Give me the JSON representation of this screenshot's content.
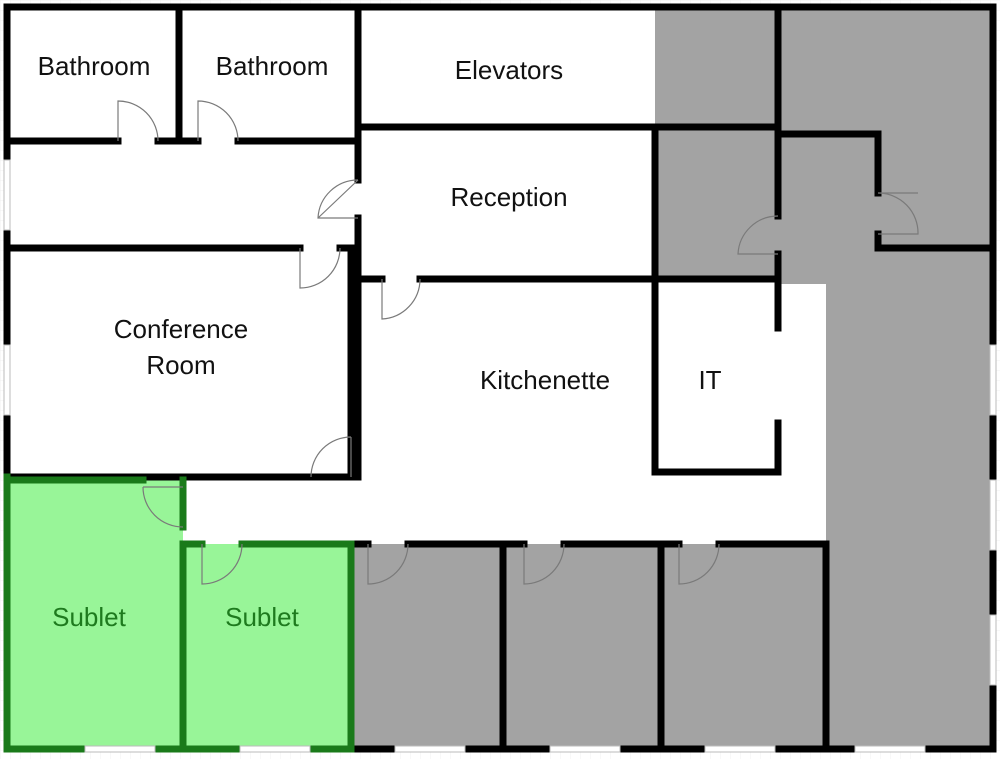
{
  "colors": {
    "wall": "#000000",
    "floor": "#ffffff",
    "unused_area": "#a3a3a3",
    "sublet_fill": "#98f598",
    "sublet_wall": "#1a7a1a",
    "sublet_text": "#1e7a1e",
    "label_text": "#111111",
    "door": "#7a7a7a",
    "window": "#bbbbbb"
  },
  "rooms": {
    "bathroom_left": "Bathroom",
    "bathroom_right": "Bathroom",
    "elevators": "Elevators",
    "reception": "Reception",
    "conference_line1": "Conference",
    "conference_line2": "Room",
    "kitchenette": "Kitchenette",
    "it": "IT",
    "sublet_left": "Sublet",
    "sublet_right": "Sublet"
  }
}
